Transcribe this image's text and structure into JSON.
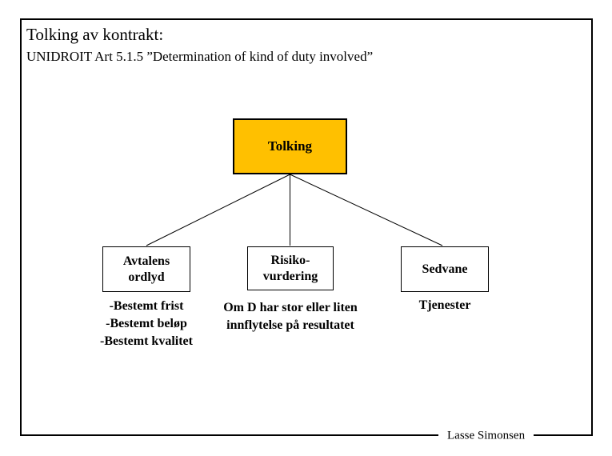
{
  "slide": {
    "title": "Tolking av kontrakt:",
    "subtitle": "UNIDROIT Art 5.1.5 ”Determination of kind of duty involved”",
    "footer": "Lasse Simonsen"
  },
  "colors": {
    "root_fill": "#FFC000",
    "line": "#000000",
    "background": "#FFFFFF"
  },
  "diagram": {
    "type": "tree",
    "root": {
      "label": "Tolking"
    },
    "children": [
      {
        "label": "Avtalens\nordlyd",
        "notes": "-Bestemt frist\n-Bestemt beløp\n-Bestemt kvalitet"
      },
      {
        "label": "Risiko-\nvurdering",
        "notes": "Om D har stor eller liten\ninnflytelse på resultatet"
      },
      {
        "label": "Sedvane",
        "notes": "Tjenester"
      }
    ]
  }
}
